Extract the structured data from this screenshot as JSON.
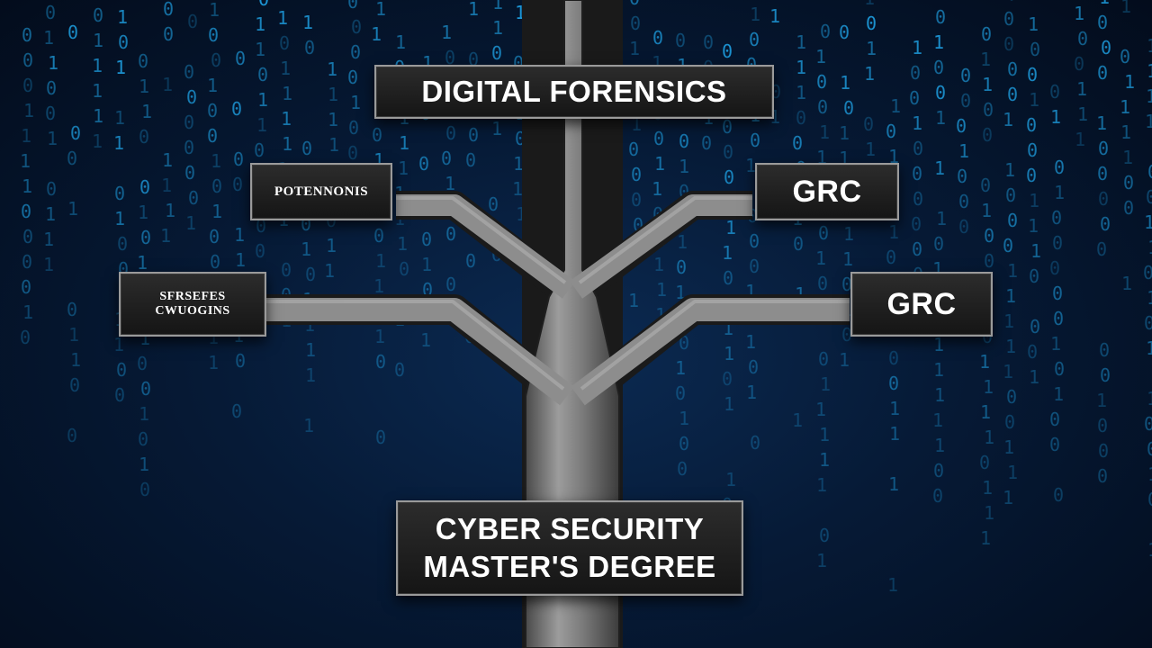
{
  "diagram": {
    "top_label": "DIGITAL FORENSICS",
    "root_label_line1": "CYBER SECURITY",
    "root_label_line2": "MASTER'S DEGREE",
    "left_branch_1": "POTENNONIS",
    "left_branch_2_line1": "SFRSEFES",
    "left_branch_2_line2": "CWUOGINS",
    "right_branch_1": "GRC",
    "right_branch_2": "GRC"
  },
  "colors": {
    "background": "#061a36",
    "binary_digits": "#1fa3e6",
    "trunk": "#8a8a8a",
    "sign_fill": "#1c1c1c",
    "sign_text": "#ffffff"
  }
}
